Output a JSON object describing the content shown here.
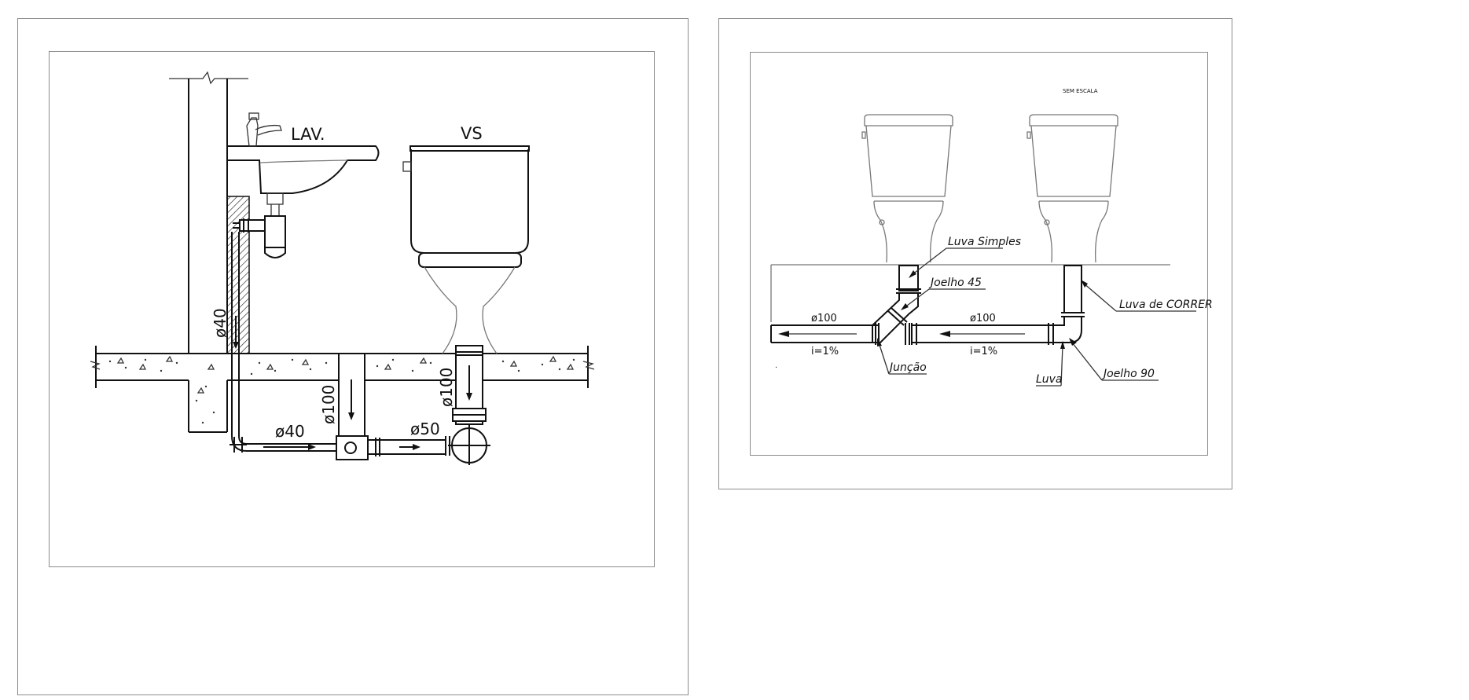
{
  "left_drawing": {
    "labels": {
      "lavatory": "LAV.",
      "toilet": "VS",
      "pipe_riser": "ø40",
      "pipe_horizontal_40": "ø40",
      "pipe_horizontal_50": "ø50",
      "pipe_box_100": "ø100",
      "pipe_toilet_100": "ø100"
    }
  },
  "right_drawing": {
    "scale_note": "SEM ESCALA",
    "callouts": {
      "luva_simples": "Luva Simples",
      "joelho_45": "Joelho 45",
      "luva_de_correr": "Luva de CORRER",
      "juncao": "Junção",
      "luva": "Luva",
      "joelho_90": "Joelho 90"
    },
    "pipe_left": {
      "diameter": "ø100",
      "slope": "i=1%"
    },
    "pipe_right": {
      "diameter": "ø100",
      "slope": "i=1%"
    },
    "dot": "."
  }
}
